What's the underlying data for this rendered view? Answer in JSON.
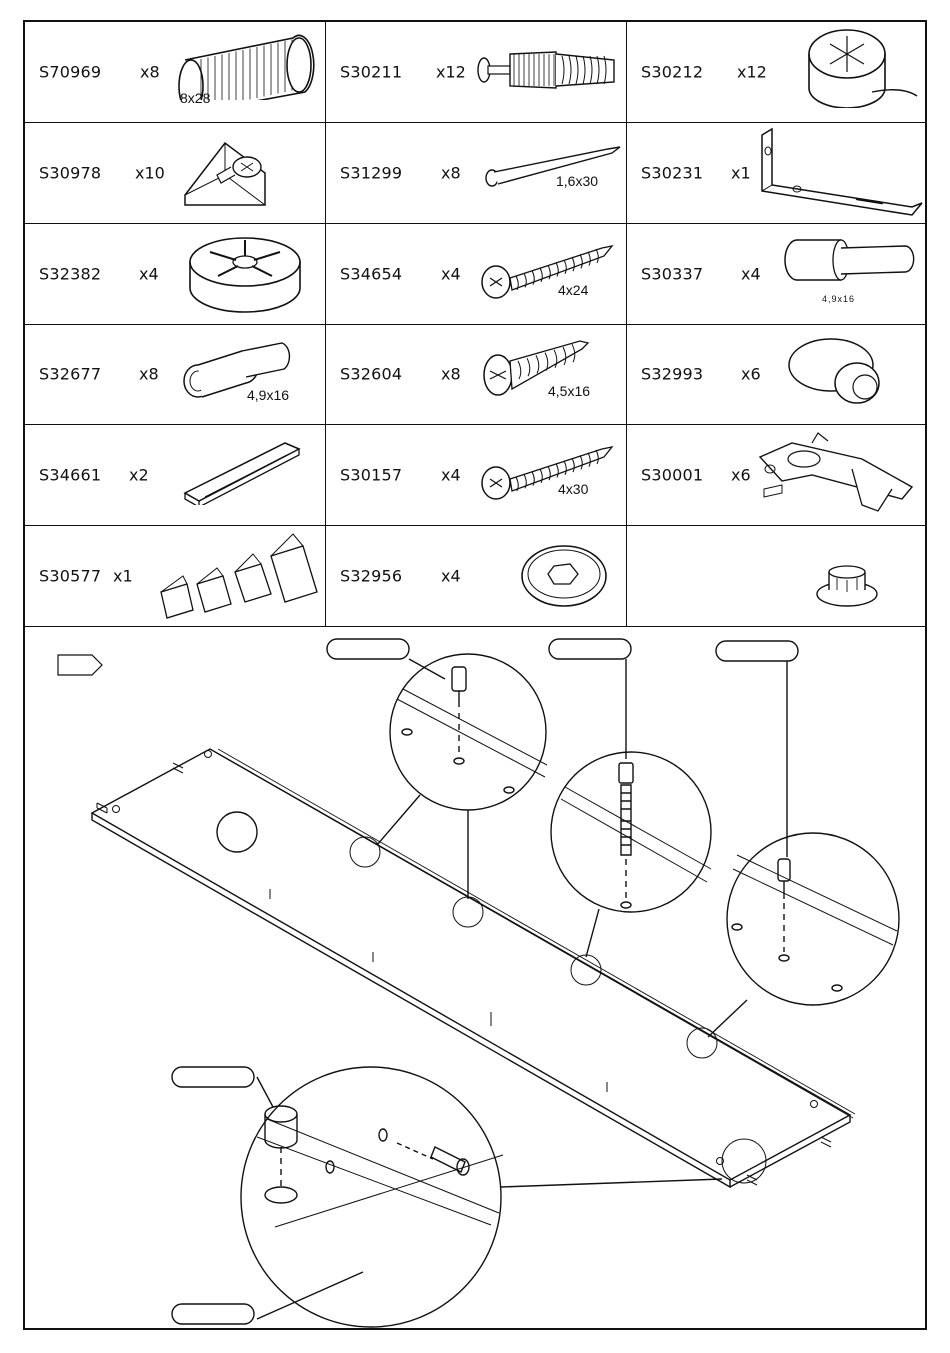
{
  "parts": [
    {
      "code": "S70969",
      "qty": "x8",
      "dim": "8x28",
      "icon": "dowel-icon"
    },
    {
      "code": "S30211",
      "qty": "x12",
      "dim": "",
      "icon": "cam-bolt-icon"
    },
    {
      "code": "S30212",
      "qty": "x12",
      "dim": "",
      "icon": "cam-lock-icon"
    },
    {
      "code": "S30978",
      "qty": "x10",
      "dim": "",
      "icon": "corner-block-icon"
    },
    {
      "code": "S31299",
      "qty": "x8",
      "dim": "1,6x30",
      "icon": "nail-icon"
    },
    {
      "code": "S30231",
      "qty": "x1",
      "dim": "",
      "icon": "l-bracket-icon"
    },
    {
      "code": "S32382",
      "qty": "x4",
      "dim": "",
      "icon": "foot-wheel-icon"
    },
    {
      "code": "S34654",
      "qty": "x4",
      "dim": "4x24",
      "icon": "screw-icon"
    },
    {
      "code": "S30337",
      "qty": "x4",
      "dim": "4,9x16",
      "icon": "shelf-pin-icon"
    },
    {
      "code": "S32677",
      "qty": "x8",
      "dim": "4,9x16",
      "icon": "shelf-support-icon"
    },
    {
      "code": "S32604",
      "qty": "x8",
      "dim": "4,5x16",
      "icon": "short-screw-icon"
    },
    {
      "code": "S32993",
      "qty": "x6",
      "dim": "",
      "icon": "bumper-icon"
    },
    {
      "code": "S34661",
      "qty": "x2",
      "dim": "",
      "icon": "rail-icon"
    },
    {
      "code": "S30157",
      "qty": "x4",
      "dim": "4x30",
      "icon": "screw-icon"
    },
    {
      "code": "S30001",
      "qty": "x6",
      "dim": "",
      "icon": "hinge-icon"
    },
    {
      "code": "S30577",
      "qty": "x1",
      "dim": "",
      "icon": "wedges-icon"
    },
    {
      "code": "S32956",
      "qty": "x4",
      "dim": "",
      "icon": "cover-cap-icon"
    },
    {
      "code": "",
      "qty": "",
      "dim": "",
      "icon": "nut-cap-icon"
    }
  ],
  "assembly": {
    "step_arrow_icon": "step-arrow-icon",
    "callouts": [
      "",
      "",
      "",
      "",
      ""
    ]
  },
  "colors": {
    "ink": "#111111",
    "paper": "#ffffff"
  }
}
